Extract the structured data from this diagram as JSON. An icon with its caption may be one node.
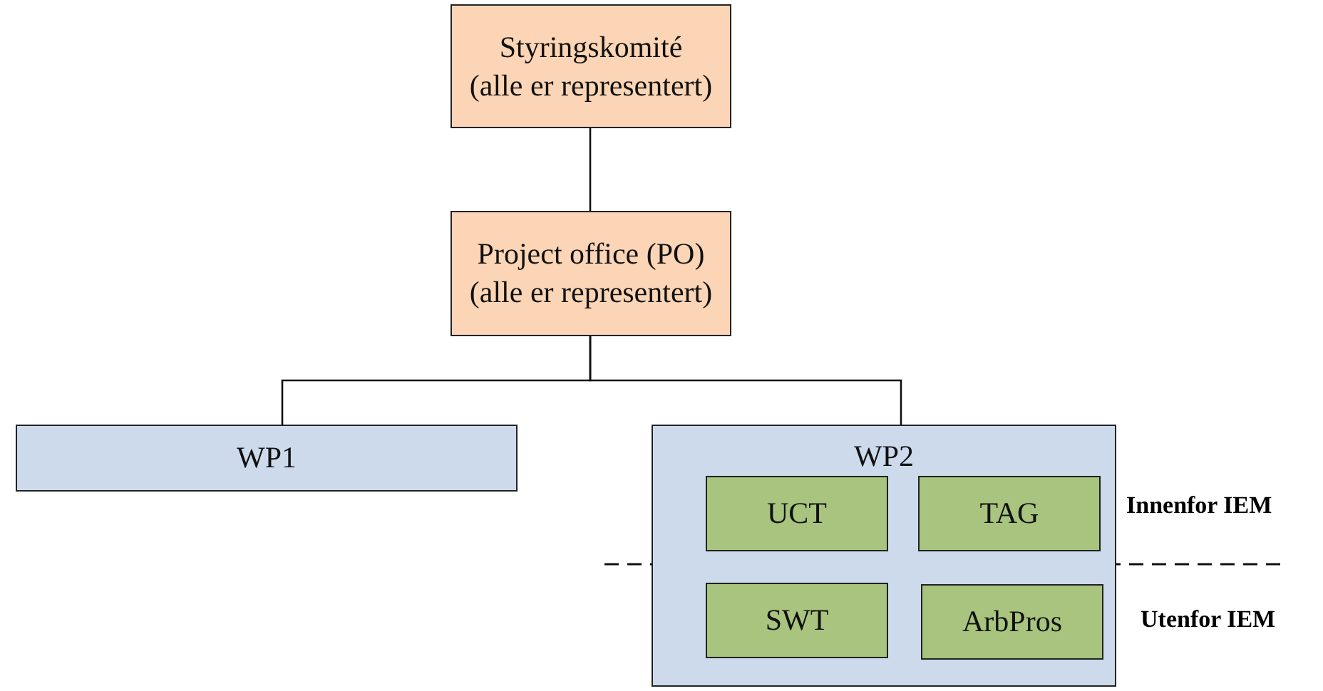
{
  "diagram": {
    "nodes": [
      {
        "text": [
          "Styringskomité",
          "(alle er representert)"
        ]
      },
      {
        "text": [
          "Project office (PO)",
          "(alle er representert)"
        ]
      },
      {
        "text": [
          "WP1"
        ]
      },
      {
        "text": [
          "WP2"
        ]
      },
      {
        "text": [
          "UCT"
        ],
        "in": 3
      },
      {
        "text": [
          "TAG"
        ],
        "in": 3
      },
      {
        "text": [
          "SWT"
        ],
        "in": 3
      },
      {
        "text": [
          "ArbPros"
        ],
        "in": 3
      }
    ],
    "edges": [
      {
        "from": 0,
        "to": 1,
        "arrow": "none"
      },
      {
        "from": 1,
        "to": 2,
        "arrow": "none"
      },
      {
        "from": 1,
        "to": 3,
        "arrow": "none"
      }
    ],
    "labels": [
      "Innenfor IEM",
      "Utenfor IEM"
    ]
  }
}
